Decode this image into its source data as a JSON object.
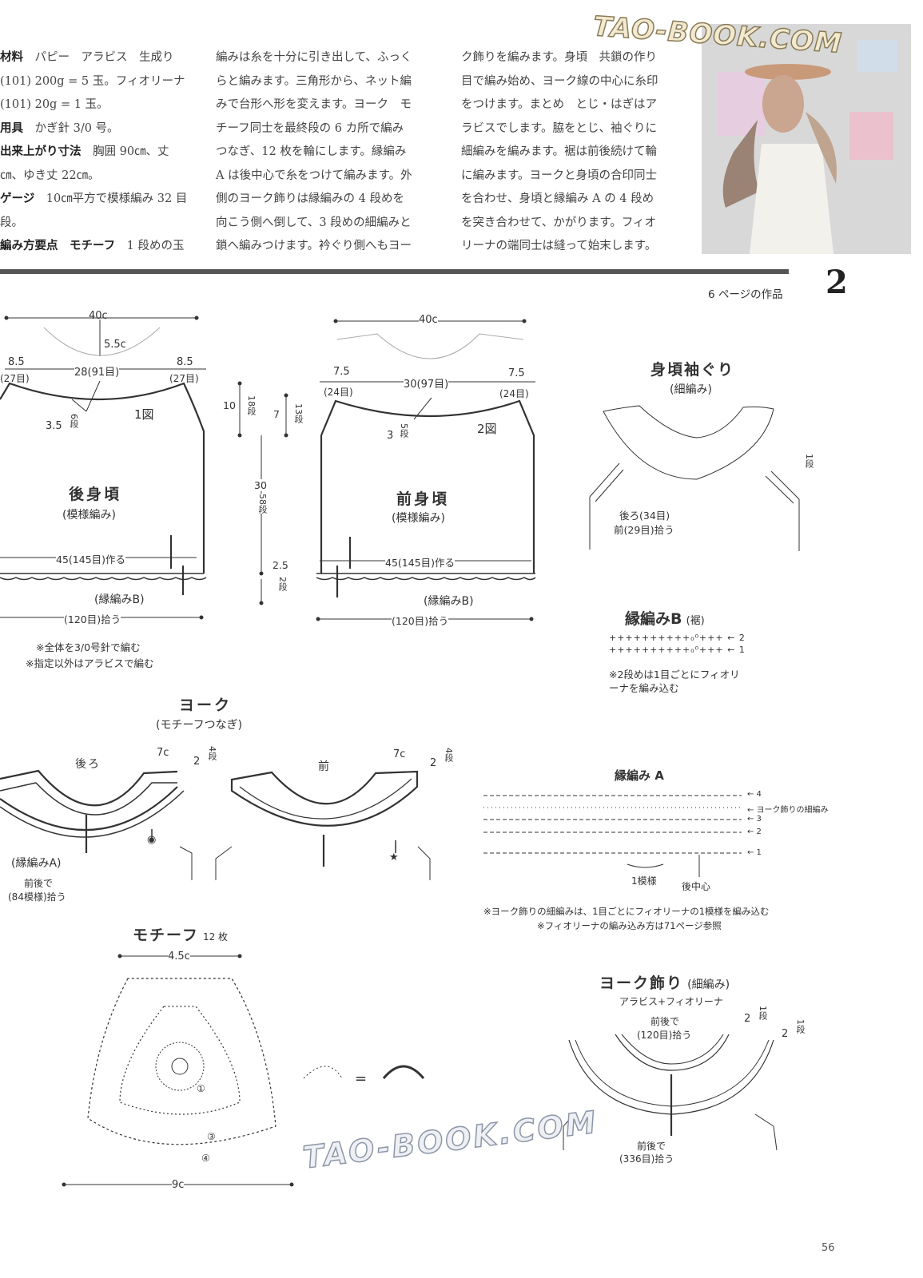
{
  "header": {
    "col1": [
      {
        "key": "材料",
        "text": "　パピー　アラビス　生成り"
      },
      {
        "key": "",
        "text": "(101) 200g = 5 玉。フィオリーナ"
      },
      {
        "key": "",
        "text": "(101) 20g = 1 玉。"
      },
      {
        "key": "用具",
        "text": "　かぎ針 3/0 号。"
      },
      {
        "key": "出来上がり寸法",
        "text": "　胸囲 90㎝、丈"
      },
      {
        "key": "",
        "text": "㎝、ゆき丈 22㎝。"
      },
      {
        "key": "ゲージ",
        "text": "　10㎝平方で模様編み 32 目"
      },
      {
        "key": "",
        "text": "段。"
      },
      {
        "key": "編み方要点　モチーフ",
        "text": "　1 段めの玉"
      }
    ],
    "col2": [
      "編みは糸を十分に引き出して、ふっく",
      "らと編みます。三角形から、ネット編",
      "みで台形へ形を変えます。ヨーク　モ",
      "チーフ同士を最終段の 6 カ所で編み",
      "つなぎ、12 枚を輪にします。縁編み",
      "A は後中心で糸をつけて編みます。外",
      "側のヨーク飾りは縁編みの 4 段めを",
      "向こう側へ倒して、3 段めの細編みと",
      "鎖へ編みつけます。衿ぐり側へもヨー"
    ],
    "col3": [
      "ク飾りを編みます。身頃　共鎖の作り",
      "目で編み始め、ヨーク線の中心に糸印",
      "をつけます。まとめ　とじ・はぎはア",
      "ラビスでします。脇をとじ、袖ぐりに",
      "細編みを編みます。裾は前後続けて輪",
      "に編みます。ヨークと身頃の合印同士",
      "を合わせ、身頃と縁編み A の 4 段め",
      "を突き合わせて、かがります。フィオ",
      "リーナの端同士は縫って始末します。"
    ]
  },
  "watermark_top": "TAO-BOOK.COM",
  "watermark_bottom": "TAO-BOOK.COM",
  "page_ref": "6 ページの作品",
  "pattern_number": "2",
  "page_number": "56",
  "back_body": {
    "width": "40c",
    "neck_depth": "5.5c",
    "shoulder_left": "8.5",
    "shoulder_left_rows": "(27目)",
    "neck_width": "28(91目)",
    "shoulder_right": "8.5",
    "shoulder_right_rows": "(27目)",
    "curve": "3.5",
    "curve_rows": "6段",
    "fig": "1図",
    "title": "後身頃",
    "stitch": "(模様編み)",
    "cast_on": "45(145目)作る",
    "border": "(縁編みB)",
    "pickup": "(120目)拾う"
  },
  "side_measures": {
    "a": "10",
    "a_rows": "18段",
    "b": "7",
    "b_rows": "13段",
    "c": "30",
    "c_rows": "58段",
    "d": "2.5",
    "d_rows": "2段"
  },
  "front_body": {
    "width": "40c",
    "shoulder_left": "7.5",
    "shoulder_left_rows": "(24目)",
    "neck_width": "30(97目)",
    "shoulder_right": "7.5",
    "shoulder_right_rows": "(24目)",
    "curve": "3",
    "curve_rows": "5段",
    "fig": "2図",
    "title": "前身頃",
    "stitch": "(模様編み)",
    "cast_on": "45(145目)作る",
    "border": "(縁編みB)",
    "pickup": "(120目)拾う"
  },
  "notes": [
    "※全体を3/0号針で編む",
    "※指定以外はアラビスで編む"
  ],
  "armhole": {
    "title": "身頃袖ぐり",
    "stitch": "(細編み)",
    "rows": "1段",
    "pickup_back": "後ろ(34目)",
    "pickup_front": "前(29目)拾う"
  },
  "border_b": {
    "title": "縁編みB",
    "sub": "(裾)",
    "row2": "++++++++++₀⁰+++ ← 2",
    "row1": "++++++++++₀⁰+++ ← 1",
    "note1": "※2段めは1目ごとにフィオリ",
    "note2": "ーナを編み込む"
  },
  "yoke": {
    "title": "ヨーク",
    "sub": "(モチーフつなぎ)",
    "back": "後ろ",
    "front": "前",
    "width_l": "7c",
    "width_r": "7c",
    "rows_l": "2",
    "rows_l_unit": "4段",
    "rows_r": "2",
    "rows_r_unit": "4段",
    "border": "(縁編みA)",
    "pickup1": "前後で",
    "pickup2": "(84模様)拾う"
  },
  "border_a": {
    "title": "縁編み A",
    "rows": [
      "← 4",
      "← ヨーク飾りの細編み",
      "← 3",
      "← 2",
      "← 1"
    ],
    "repeat": "1模様",
    "center": "後中心",
    "note1": "※ヨーク飾りの細編みは、1目ごとにフィオリーナの1模様を編み込む",
    "note2": "※フィオリーナの編み込み方は71ページ参照"
  },
  "motif": {
    "title": "モチーフ",
    "count": "12 枚",
    "w_top": "4.5c",
    "w_bottom": "9c",
    "equals": "="
  },
  "yoke_deco": {
    "title": "ヨーク飾り",
    "stitch": "(細編み)",
    "yarn": "アラビス+フィオリーナ",
    "inner1": "前後で",
    "inner2": "(120目)拾う",
    "outer1": "前後で",
    "outer2": "(336目)拾う",
    "rows_a": "2",
    "rows_a_unit": "1段",
    "rows_b": "2",
    "rows_b_unit": "1段"
  }
}
